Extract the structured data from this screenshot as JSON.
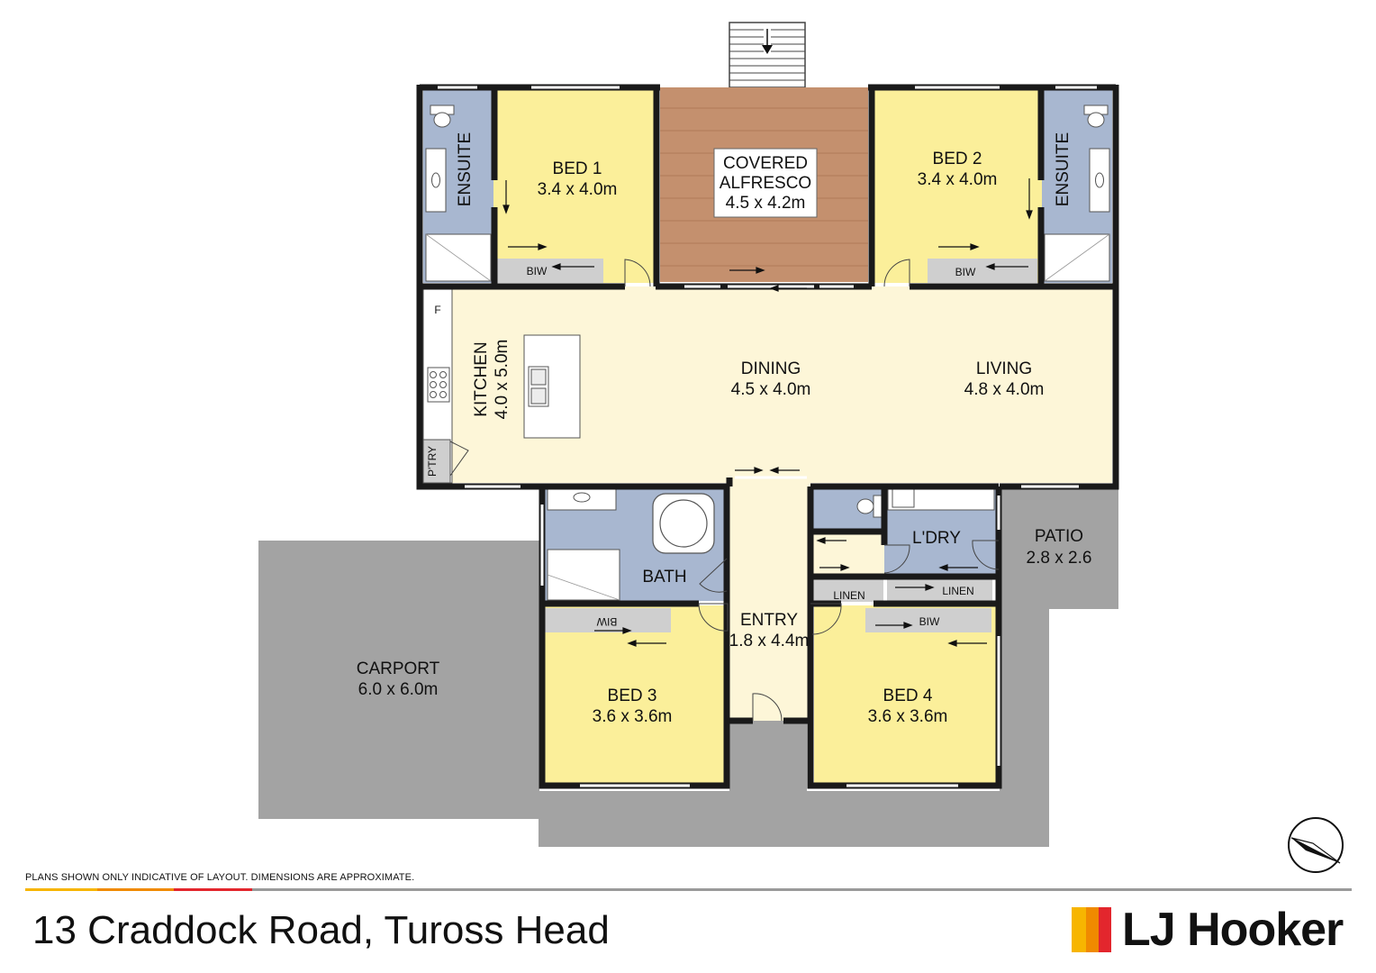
{
  "rooms": {
    "bed1": {
      "name": "BED 1",
      "dims": "3.4 x 4.0m"
    },
    "bed2": {
      "name": "BED 2",
      "dims": "3.4 x 4.0m"
    },
    "bed3": {
      "name": "BED 3",
      "dims": "3.6 x 3.6m"
    },
    "bed4": {
      "name": "BED 4",
      "dims": "3.6 x 3.6m"
    },
    "alfresco": {
      "line1": "COVERED",
      "line2": "ALFRESCO",
      "dims": "4.5 x 4.2m"
    },
    "ensuite": "ENSUITE",
    "kitchen": {
      "name": "KITCHEN",
      "dims": "4.0 x 5.0m"
    },
    "dining": {
      "name": "DINING",
      "dims": "4.5 x 4.0m"
    },
    "living": {
      "name": "LIVING",
      "dims": "4.8 x 4.0m"
    },
    "bath": "BATH",
    "entry": {
      "name": "ENTRY",
      "dims": "1.8 x 4.4m"
    },
    "laundry": "L'DRY",
    "patio": {
      "name": "PATIO",
      "dims": "2.8 x 2.6"
    },
    "carport": {
      "name": "CARPORT",
      "dims": "6.0 x 6.0m"
    },
    "biw": "BIW",
    "linen": "LINEN",
    "pantry": "P'TRY",
    "fridge": "F"
  },
  "colors": {
    "bedroom": "#fbef9a",
    "wet_area": "#a8b7d0",
    "alfresco": "#c4906e",
    "living": "#fdf6d8",
    "outdoor": "#a3a3a3",
    "robe": "#cfcfcf",
    "wall": "#1a1a1a"
  },
  "footer": {
    "disclaimer": "PLANS SHOWN ONLY INDICATIVE OF LAYOUT.  DIMENSIONS ARE APPROXIMATE.",
    "address": "13 Craddock Road, Tuross Head",
    "brand": "LJ Hooker",
    "brand_colors": [
      "#f7b500",
      "#f08a00",
      "#e3262d"
    ]
  },
  "compass_icon": "north-arrow-icon"
}
